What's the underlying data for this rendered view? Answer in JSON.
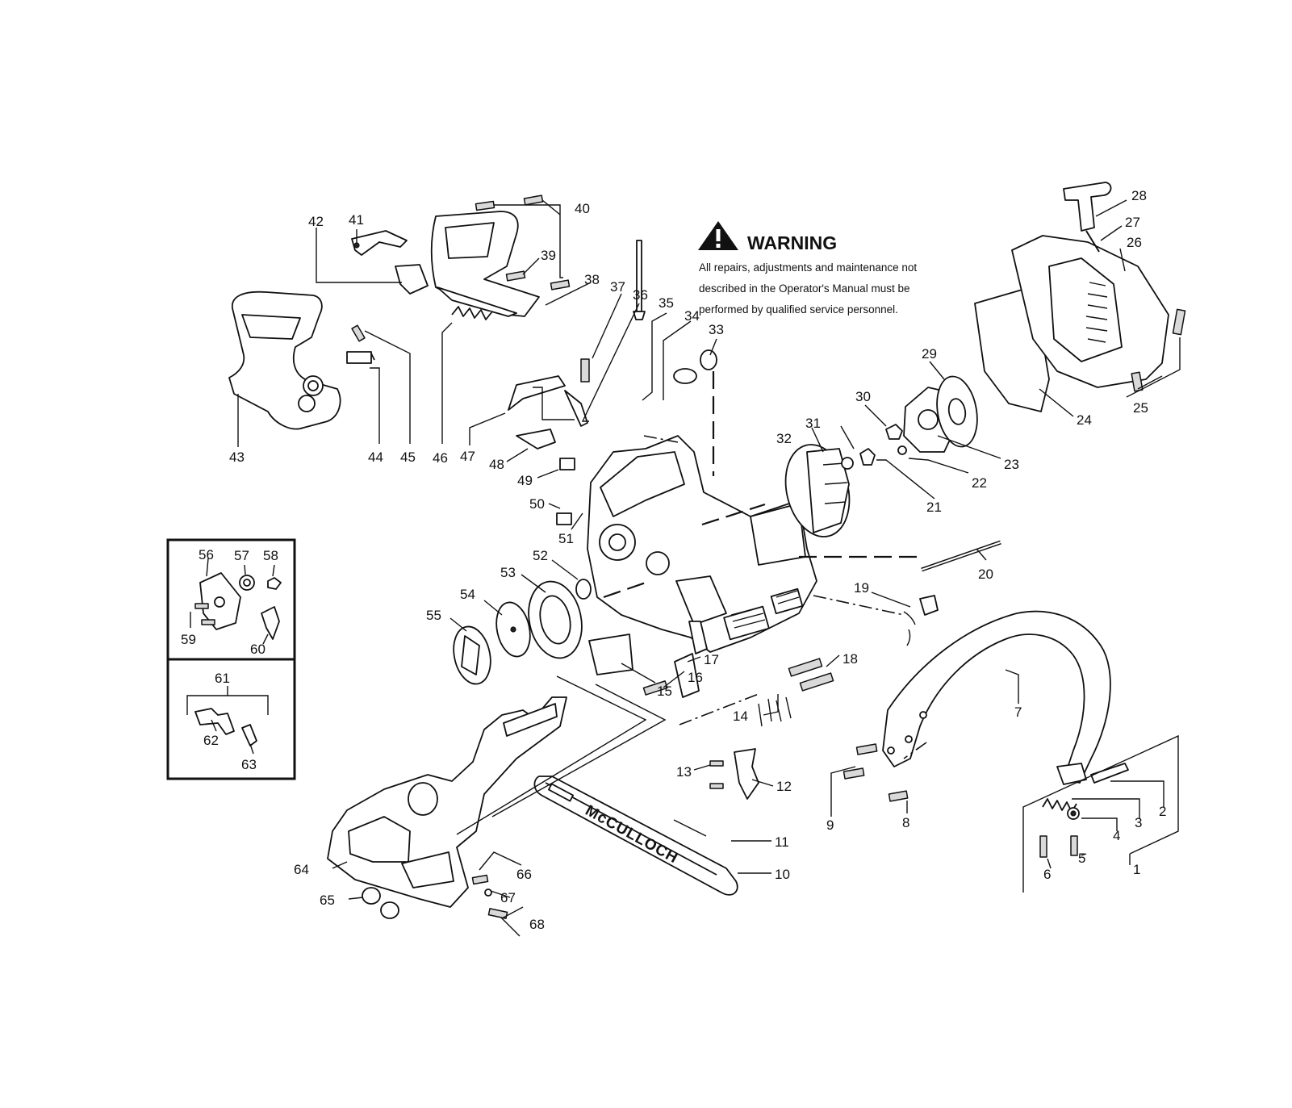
{
  "warning": {
    "title": "WARNING",
    "lines": [
      "All repairs, adjustments and maintenance not",
      "described in the Operator's Manual must be",
      "performed by qualified  service personnel."
    ]
  },
  "bar_logo": "McCULLOCH",
  "icons": {
    "warning": "warning-triangle-icon"
  },
  "callouts": [
    "1",
    "2",
    "3",
    "4",
    "5",
    "6",
    "7",
    "8",
    "9",
    "10",
    "11",
    "12",
    "13",
    "14",
    "15",
    "16",
    "17",
    "18",
    "19",
    "20",
    "21",
    "22",
    "23",
    "24",
    "25",
    "26",
    "27",
    "28",
    "29",
    "30",
    "31",
    "32",
    "33",
    "34",
    "35",
    "36",
    "37",
    "38",
    "39",
    "40",
    "41",
    "42",
    "43",
    "44",
    "45",
    "46",
    "47",
    "48",
    "49",
    "50",
    "51",
    "52",
    "53",
    "54",
    "55",
    "56",
    "57",
    "58",
    "59",
    "60",
    "61",
    "62",
    "63",
    "64",
    "65",
    "66",
    "67",
    "68"
  ]
}
